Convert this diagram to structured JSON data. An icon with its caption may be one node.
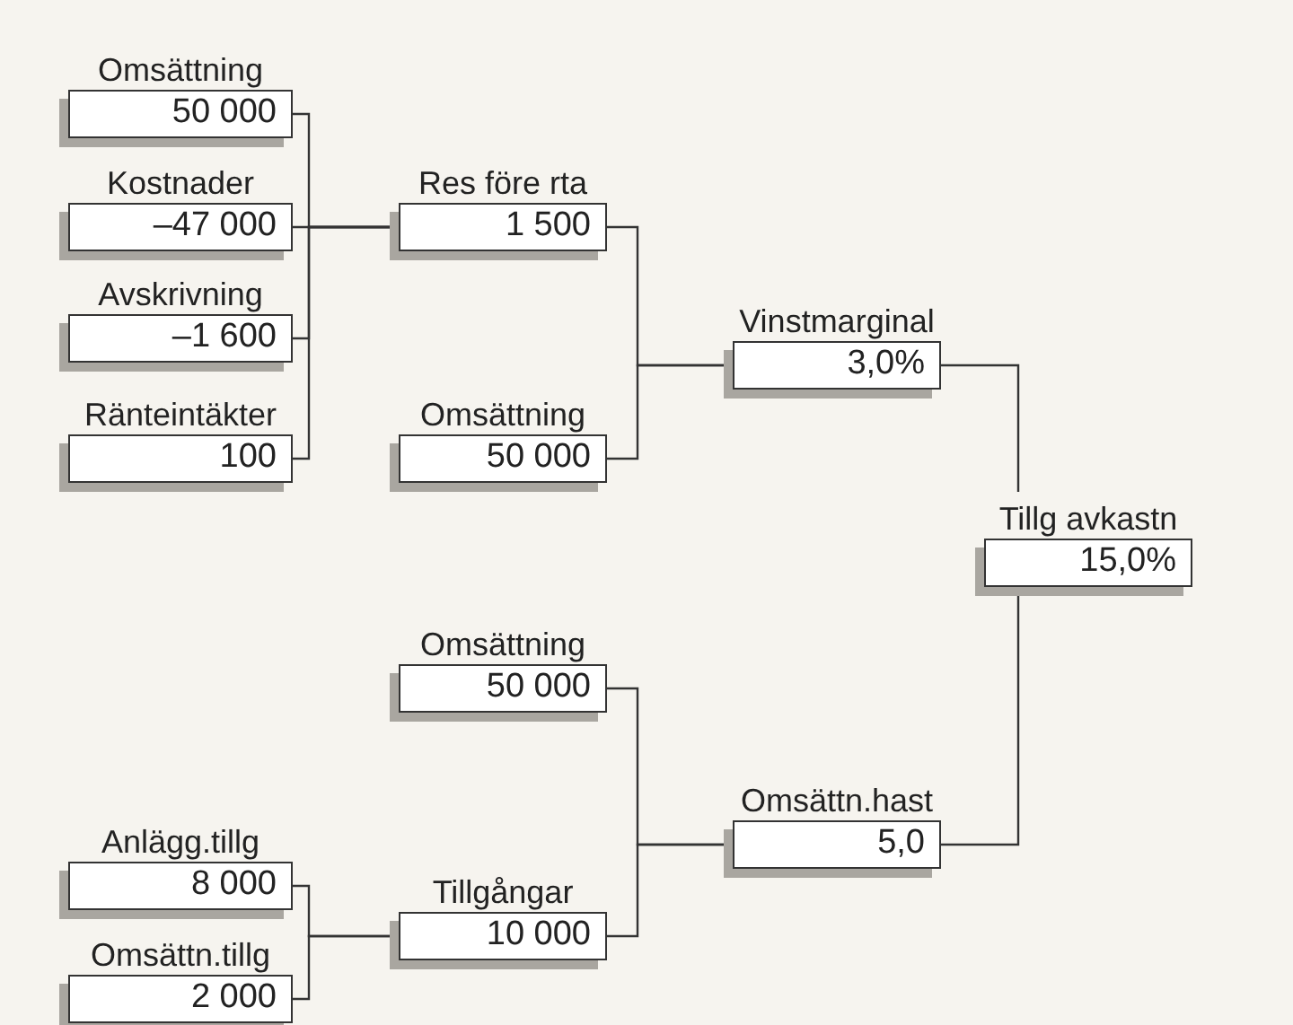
{
  "diagram": {
    "nodes": [
      {
        "text": [
          "Omsättning",
          "50 000"
        ]
      },
      {
        "text": [
          "Kostnader",
          "–47 000"
        ]
      },
      {
        "text": [
          "Avskrivning",
          "–1 600"
        ]
      },
      {
        "text": [
          "Ränteintäkter",
          "100"
        ]
      },
      {
        "text": [
          "Res före rta",
          "1 500"
        ]
      },
      {
        "text": [
          "Omsättning",
          "50 000"
        ]
      },
      {
        "text": [
          "Vinstmarginal",
          "3,0%"
        ]
      },
      {
        "text": [
          "Tillg avkastn",
          "15,0%"
        ]
      },
      {
        "text": [
          "Omsättning",
          "50 000"
        ]
      },
      {
        "text": [
          "Omsättn.hast",
          "5,0"
        ]
      },
      {
        "text": [
          "Anlägg.tillg",
          "8 000"
        ]
      },
      {
        "text": [
          "Omsättn.tillg",
          "2 000"
        ]
      },
      {
        "text": [
          "Tillgångar",
          "10 000"
        ]
      }
    ],
    "edges": [
      {
        "from": 0,
        "to": 4,
        "arrow": "none"
      },
      {
        "from": 1,
        "to": 4,
        "arrow": "none"
      },
      {
        "from": 2,
        "to": 4,
        "arrow": "none"
      },
      {
        "from": 3,
        "to": 4,
        "arrow": "none"
      },
      {
        "from": 4,
        "to": 6,
        "arrow": "none"
      },
      {
        "from": 5,
        "to": 6,
        "arrow": "none"
      },
      {
        "from": 6,
        "to": 7,
        "arrow": "none"
      },
      {
        "from": 9,
        "to": 7,
        "arrow": "none"
      },
      {
        "from": 8,
        "to": 9,
        "arrow": "none"
      },
      {
        "from": 12,
        "to": 9,
        "arrow": "none"
      },
      {
        "from": 10,
        "to": 12,
        "arrow": "none"
      },
      {
        "from": 11,
        "to": 12,
        "arrow": "none"
      }
    ]
  }
}
